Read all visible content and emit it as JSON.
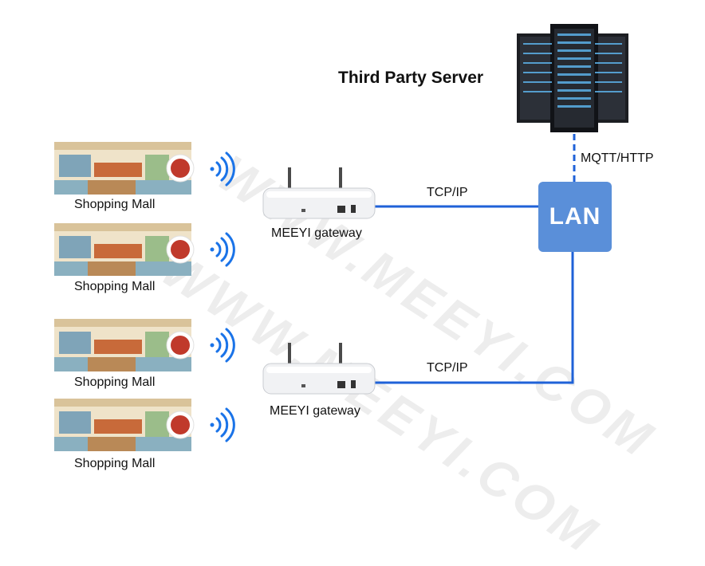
{
  "server": {
    "title": "Third Party Server",
    "protocol_label": "MQTT/HTTP"
  },
  "lan": {
    "label": "LAN"
  },
  "links": [
    {
      "label": "TCP/IP"
    },
    {
      "label": "TCP/IP"
    }
  ],
  "gateways": [
    {
      "label": "MEEYI gateway"
    },
    {
      "label": "MEEYI gateway"
    }
  ],
  "venues": [
    {
      "label": "Shopping Mall"
    },
    {
      "label": "Shopping Mall"
    },
    {
      "label": "Shopping Mall"
    },
    {
      "label": "Shopping Mall"
    }
  ],
  "watermark": {
    "text": "WWW.MEEYI.COM"
  },
  "colors": {
    "link_blue": "#1f62d8",
    "lan_fill": "#5a8fd9",
    "button_red": "#c0392b",
    "wifi_blue": "#1a73e8"
  }
}
